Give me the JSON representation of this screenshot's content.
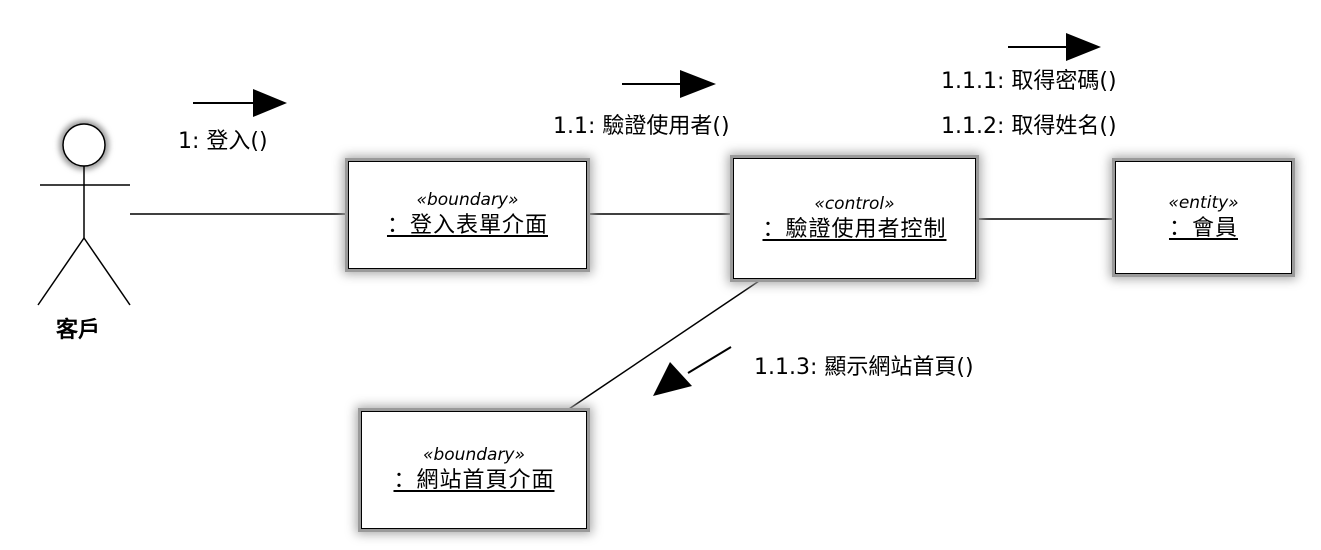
{
  "actor": {
    "name": "客戶"
  },
  "objects": {
    "login_form": {
      "stereotype": "«boundary»",
      "name": "：登入表單介面"
    },
    "control": {
      "stereotype": "«control»",
      "name": "：驗證使用者控制"
    },
    "member": {
      "stereotype": "«entity»",
      "name": "：會員"
    },
    "homepage": {
      "stereotype": "«boundary»",
      "name": "：網站首頁介面"
    }
  },
  "messages": {
    "m1": "1: 登入()",
    "m1_1": "1.1: 驗證使用者()",
    "m1_1_1": "1.1.1: 取得密碼()",
    "m1_1_2": "1.1.2: 取得姓名()",
    "m1_1_3": "1.1.3: 顯示網站首頁()"
  }
}
